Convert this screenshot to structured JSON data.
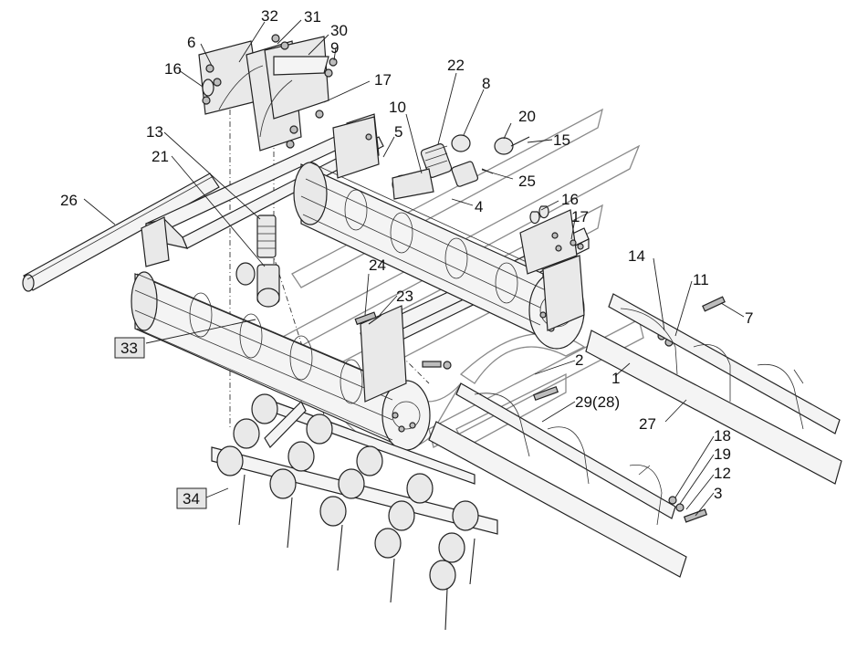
{
  "diagram": {
    "background": "#ffffff",
    "line_color": "#222222",
    "callouts": [
      {
        "id": "c32",
        "text": "32"
      },
      {
        "id": "c31",
        "text": "31"
      },
      {
        "id": "c30",
        "text": "30"
      },
      {
        "id": "c6",
        "text": "6"
      },
      {
        "id": "c9",
        "text": "9"
      },
      {
        "id": "c16a",
        "text": "16"
      },
      {
        "id": "c17a",
        "text": "17"
      },
      {
        "id": "c22",
        "text": "22"
      },
      {
        "id": "c8",
        "text": "8"
      },
      {
        "id": "c10",
        "text": "10"
      },
      {
        "id": "c20",
        "text": "20"
      },
      {
        "id": "c13",
        "text": "13"
      },
      {
        "id": "c5",
        "text": "5"
      },
      {
        "id": "c15",
        "text": "15"
      },
      {
        "id": "c21",
        "text": "21"
      },
      {
        "id": "c25",
        "text": "25"
      },
      {
        "id": "c26",
        "text": "26"
      },
      {
        "id": "c4",
        "text": "4"
      },
      {
        "id": "c16b",
        "text": "16"
      },
      {
        "id": "c17b",
        "text": "17"
      },
      {
        "id": "c14",
        "text": "14"
      },
      {
        "id": "c11",
        "text": "11"
      },
      {
        "id": "c7",
        "text": "7"
      },
      {
        "id": "c24",
        "text": "24"
      },
      {
        "id": "c23",
        "text": "23"
      },
      {
        "id": "c33",
        "text": "33"
      },
      {
        "id": "c2",
        "text": "2"
      },
      {
        "id": "c1",
        "text": "1"
      },
      {
        "id": "c29",
        "text": "29(28)"
      },
      {
        "id": "c27",
        "text": "27"
      },
      {
        "id": "c18",
        "text": "18"
      },
      {
        "id": "c19",
        "text": "19"
      },
      {
        "id": "c12",
        "text": "12"
      },
      {
        "id": "c3",
        "text": "3"
      },
      {
        "id": "c34",
        "text": "34"
      }
    ]
  }
}
